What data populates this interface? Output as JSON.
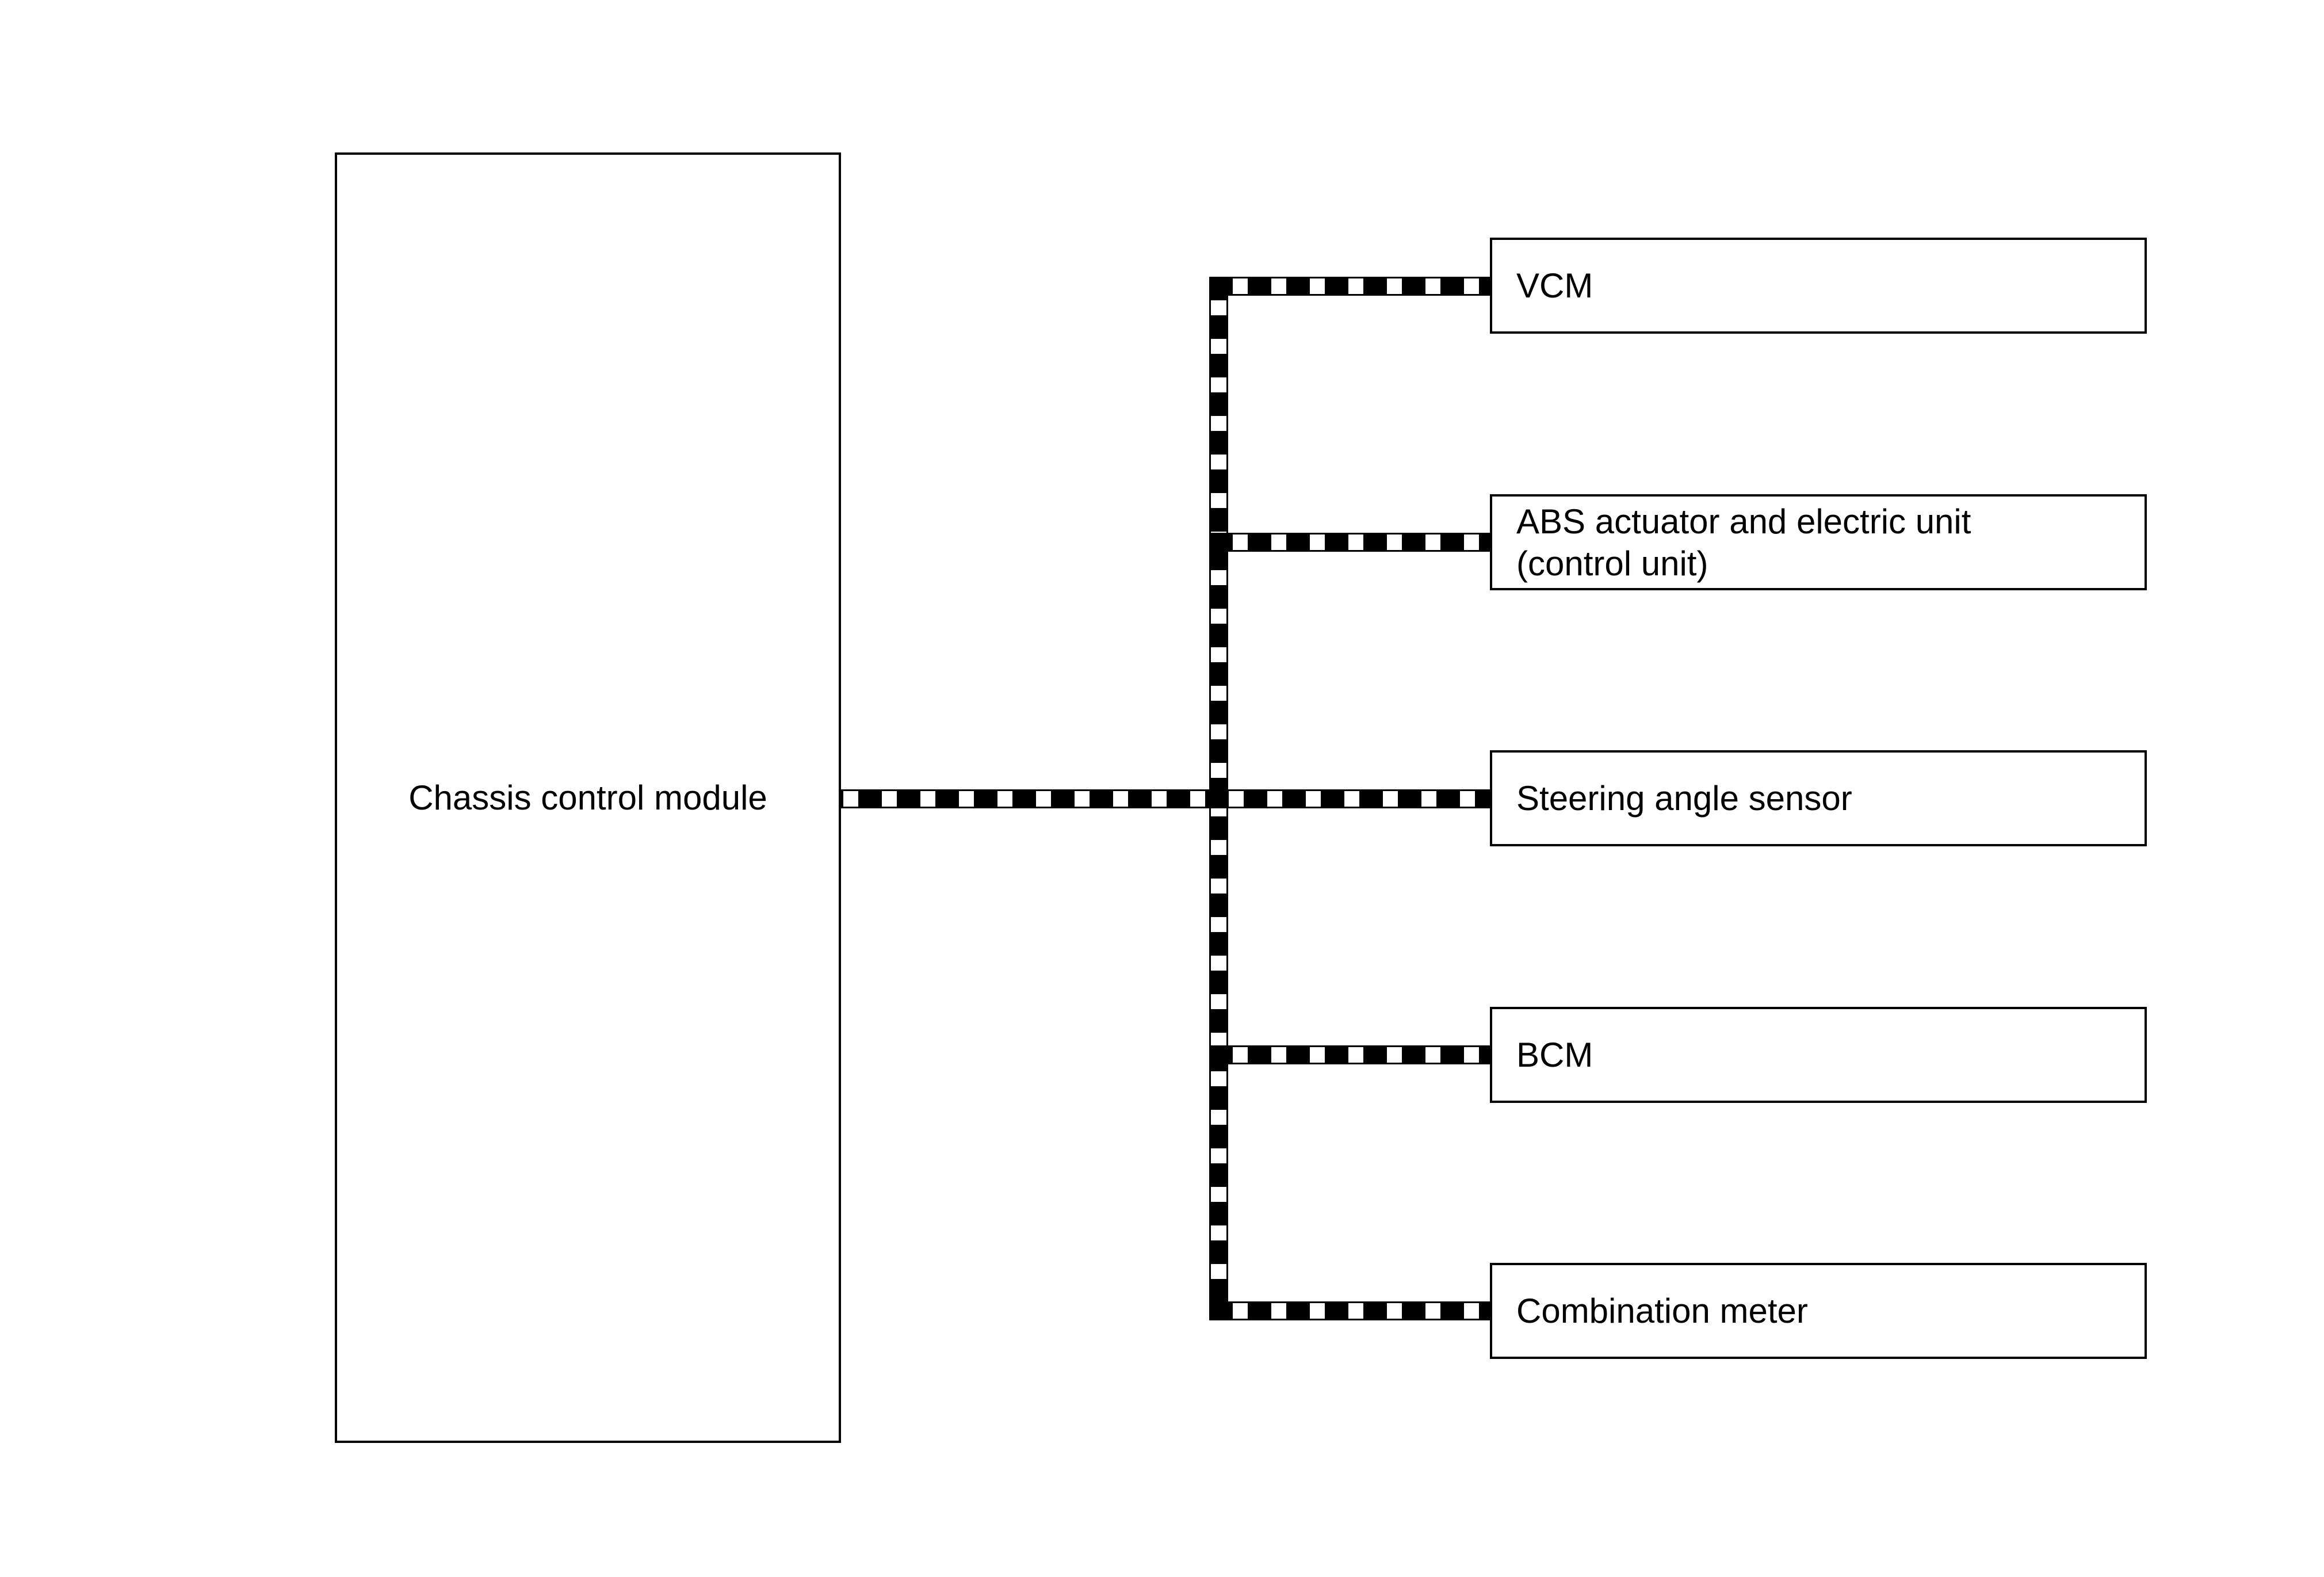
{
  "diagram": {
    "chassis": {
      "label": "Chassis control module"
    },
    "nodes": [
      {
        "id": "vcm",
        "lines": [
          "VCM"
        ]
      },
      {
        "id": "abs-actuator",
        "lines": [
          "ABS actuator and electric unit",
          "(control unit)"
        ]
      },
      {
        "id": "steering-angle-sensor",
        "lines": [
          "Steering angle sensor"
        ]
      },
      {
        "id": "bcm",
        "lines": [
          "BCM"
        ]
      },
      {
        "id": "combination-meter",
        "lines": [
          "Combination meter"
        ]
      }
    ],
    "bus": {
      "from": "Chassis control module",
      "to": [
        "VCM",
        "ABS actuator and electric unit (control unit)",
        "Steering angle sensor",
        "BCM",
        "Combination meter"
      ],
      "line_style": "dashed-black-white-checkered",
      "line_color": "#000000",
      "background_color": "#ffffff"
    }
  }
}
